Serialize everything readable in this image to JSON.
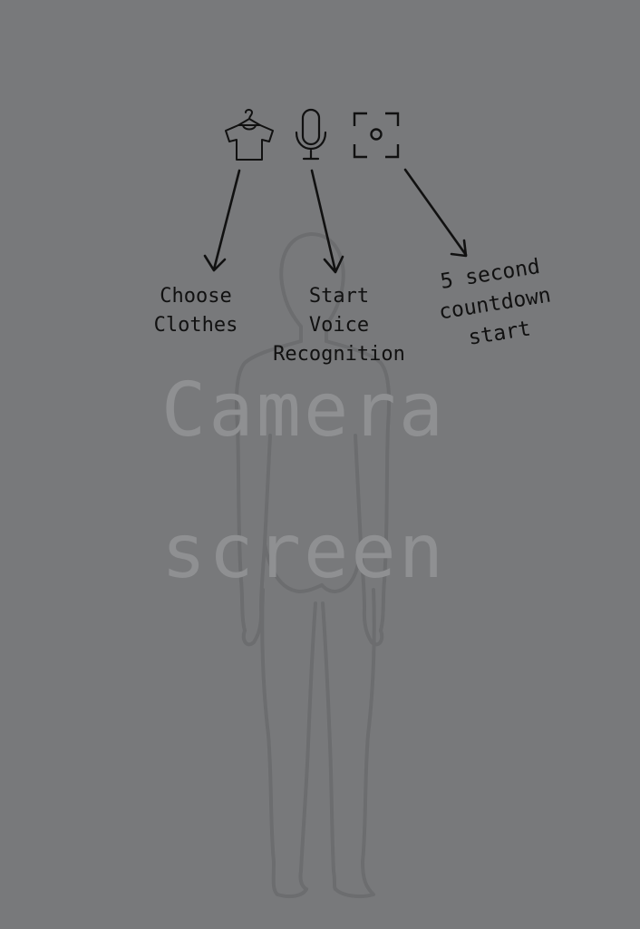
{
  "camera_screen": {
    "line1": "Camera",
    "line2": "screen"
  },
  "toolbar": {
    "clothes_icon": "hanger-shirt-icon",
    "voice_icon": "microphone-icon",
    "countdown_icon": "camera-focus-icon"
  },
  "annotations": {
    "choose_clothes": "Choose\nClothes",
    "start_voice_recognition": "Start\nVoice\nRecognition",
    "countdown": "5 second\ncountdown\nstart"
  },
  "colors": {
    "background": "#78797b",
    "camera_text": "#8f9092",
    "silhouette": "#6c6d6f",
    "annotation_ink": "#111111"
  }
}
